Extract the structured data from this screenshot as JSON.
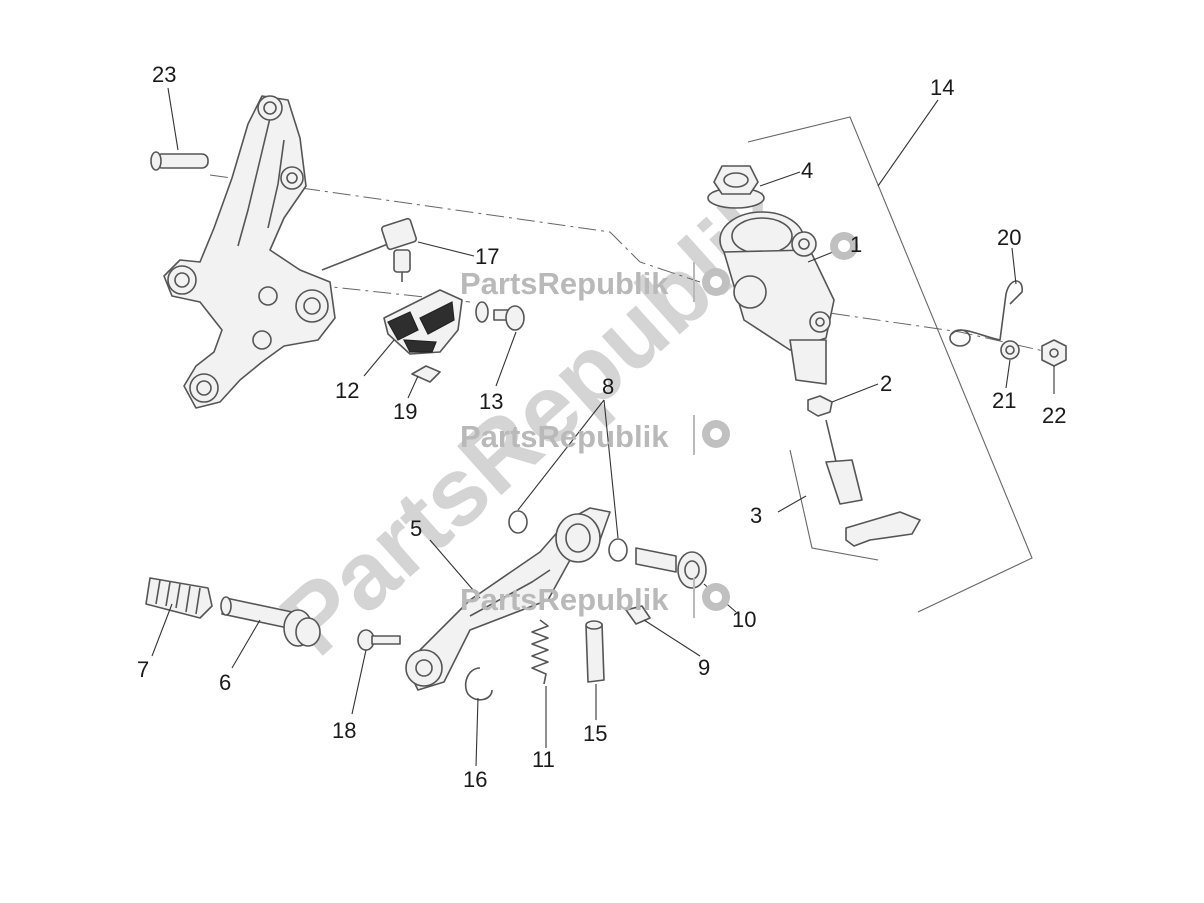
{
  "watermark": {
    "text": "PartsRepublik"
  },
  "callouts": {
    "c1": "1",
    "c2": "2",
    "c3": "3",
    "c4": "4",
    "c5": "5",
    "c6": "6",
    "c7": "7",
    "c8": "8",
    "c9": "9",
    "c10": "10",
    "c11": "11",
    "c12": "12",
    "c13": "13",
    "c14": "14",
    "c15": "15",
    "c16": "16",
    "c17": "17",
    "c18": "18",
    "c19": "19",
    "c20": "20",
    "c21": "21",
    "c22": "22",
    "c23": "23"
  }
}
